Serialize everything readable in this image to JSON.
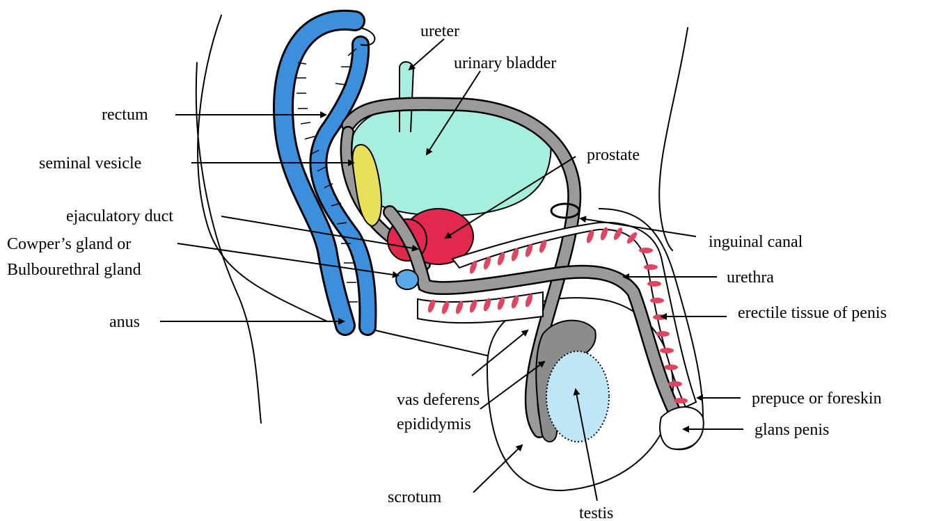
{
  "colors": {
    "rectum": "#3c8fdc",
    "bladder": "#a6eedd",
    "duct": "#9a9a9a",
    "prostate": "#e2284f",
    "seminal_vesicle": "#e8e05a",
    "testis": "#bfe6f7",
    "epididymis": "#8c8c8c",
    "erectile": "#e0445f",
    "cowper": "#5aa8e6"
  },
  "labels": {
    "ureter": "ureter",
    "urinary_bladder": "urinary bladder",
    "rectum": "rectum",
    "seminal_vesicle": "seminal vesicle",
    "prostate": "prostate",
    "ejaculatory_duct": "ejaculatory duct",
    "cowper_line1": "Cowper’s gland or",
    "cowper_line2": "Bulbourethral gland",
    "inguinal_canal": "inguinal canal",
    "urethra": "urethra",
    "anus": "anus",
    "erectile_tissue": "erectile tissue of penis",
    "vas_deferens": "vas deferens",
    "epididymis": "epididymis",
    "prepuce": "prepuce or foreskin",
    "glans_penis": "glans penis",
    "scrotum": "scrotum",
    "testis": "testis"
  }
}
